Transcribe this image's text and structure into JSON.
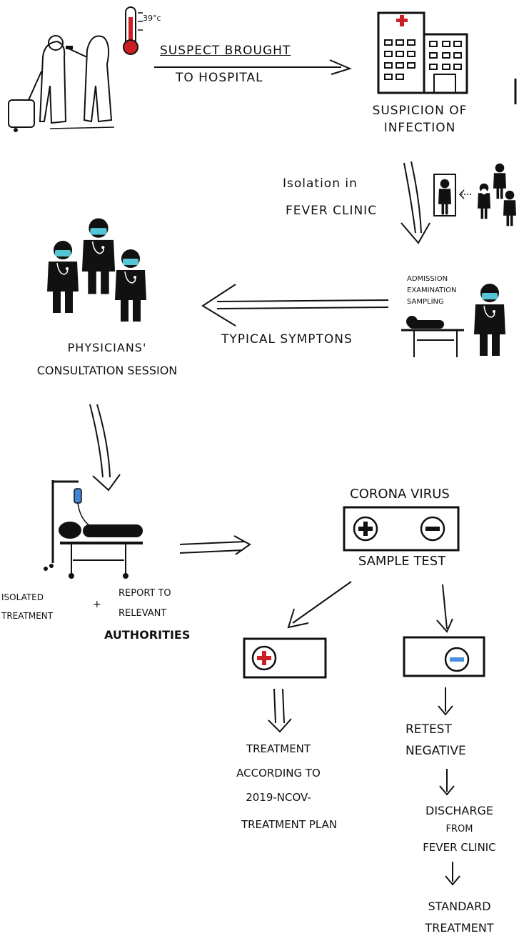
{
  "thermometer": {
    "reading": "39°c"
  },
  "steps": {
    "suspect_brought": "Suspect brought",
    "to_hospital": "to hospital",
    "suspicion_line1": "Suspicion of",
    "suspicion_line2": "infection",
    "isolation_line1": "Isolation in",
    "isolation_line2": "fever clinic",
    "admission_line1": "admission",
    "admission_line2": "examination",
    "admission_line3": "sampling",
    "typical_symptoms": "Typical symptons",
    "consultation_line1": "Physicians'",
    "consultation_line2": "consultation session",
    "isolated_line1": "Isolated",
    "isolated_line2": "treatment",
    "plus_sign": "+",
    "report_line1": "Report to",
    "report_line2": "relevant",
    "report_line3": "authorities",
    "corona_virus": "Corona virus",
    "sample_test": "Sample test",
    "treatment_line1": "Treatment",
    "treatment_line2": "according to",
    "treatment_line3": "2019-nCoV-",
    "treatment_line4": "treatment plan",
    "retest_line1": "Retest",
    "retest_line2": "negative",
    "discharge_line1": "Discharge",
    "discharge_line2": "from",
    "discharge_line3": "fever clinic",
    "standard_line1": "Standard",
    "standard_line2": "treatment"
  },
  "colors": {
    "ink": "#111111",
    "cross_red": "#cc1f25",
    "mask_teal": "#55c6d6",
    "negative_blue": "#4a8fe0",
    "iv_blue": "#3f86d8"
  }
}
